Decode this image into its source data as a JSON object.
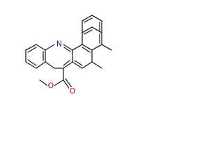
{
  "molecule": {
    "atoms": {
      "nitrogen": "N",
      "carbonyl_oxygen": "O",
      "ester_oxygen": "O"
    },
    "colors": {
      "bond": "#222222",
      "nitrogen": "#1a1ab0",
      "oxygen": "#cc0000"
    }
  }
}
